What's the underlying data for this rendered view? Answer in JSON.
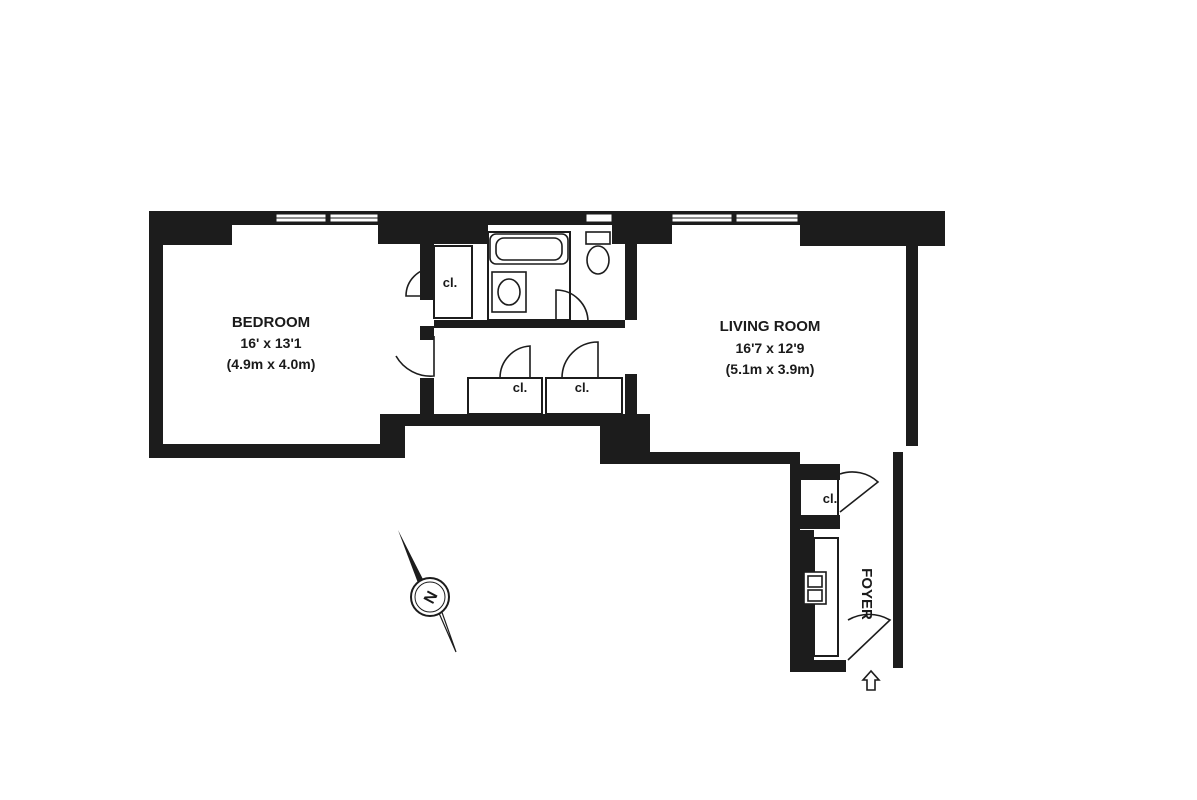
{
  "rooms": {
    "bedroom": {
      "name": "BEDROOM",
      "dim_imperial": "16' x 13'1",
      "dim_metric": "(4.9m x 4.0m)"
    },
    "living_room": {
      "name": "LIVING ROOM",
      "dim_imperial": "16'7  x 12'9",
      "dim_metric": "(5.1m x 3.9m)"
    },
    "foyer": {
      "name": "FOYER"
    }
  },
  "closets": [
    "cl.",
    "cl.",
    "cl.",
    "cl."
  ],
  "compass": {
    "label": "N"
  },
  "icons": [
    "compass-icon",
    "entry-arrow-icon",
    "bathtub-icon",
    "toilet-icon",
    "sink-icon",
    "kitchen-sink-icon"
  ]
}
